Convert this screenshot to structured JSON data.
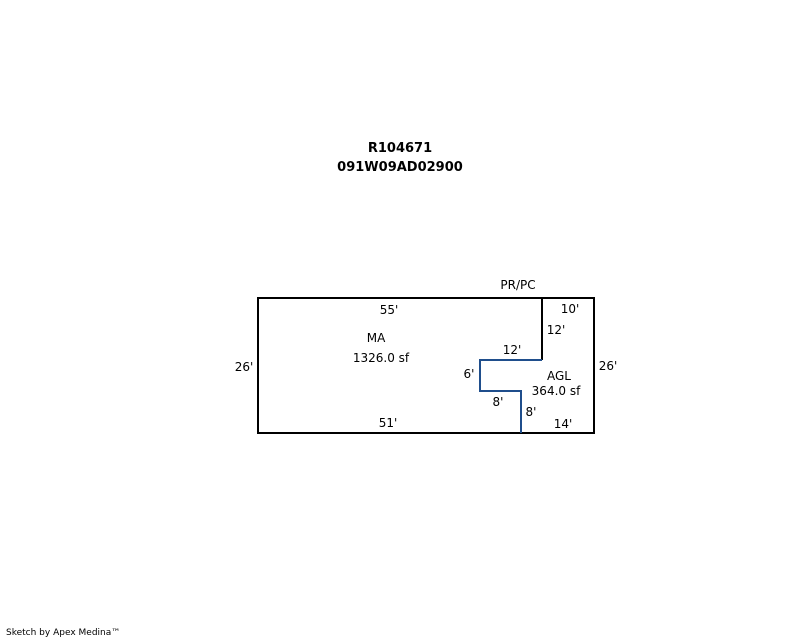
{
  "header": {
    "account": "R104671",
    "map_number": "091W09AD02900"
  },
  "colors": {
    "line": "#000000",
    "divider": "#1f4e8c"
  },
  "areas": [
    {
      "code": "MA",
      "size": "1326.0 sf"
    },
    {
      "code": "AGL",
      "size": "364.0 sf"
    }
  ],
  "labels": {
    "porch": "PR/PC",
    "ma_top": "55'",
    "ma_bottom": "51'",
    "left_side": "26'",
    "right_side": "26'",
    "agl_top": "10'",
    "agl_bottom": "14'",
    "step_vertical_upper": "12'",
    "step_horizontal_upper": "12'",
    "step_vertical_mid": "6'",
    "step_horizontal_lower": "8'",
    "step_vertical_lower": "8'"
  },
  "footer": {
    "credit": "Sketch by Apex Medina™"
  }
}
